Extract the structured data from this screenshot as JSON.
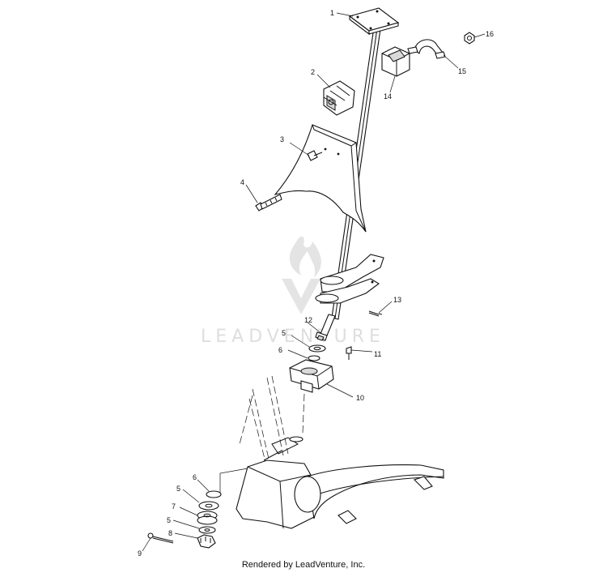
{
  "watermark": {
    "text": "LEADVENTURE"
  },
  "footer": {
    "text": "Rendered by LeadVenture, Inc."
  },
  "callouts": {
    "c1": "1",
    "c2": "2",
    "c3": "3",
    "c4": "4",
    "c5a": "5",
    "c6a": "6",
    "c12": "12",
    "c13": "13",
    "c11": "11",
    "c10": "10",
    "c14": "14",
    "c15": "15",
    "c16": "16",
    "c6b": "6",
    "c5b": "5",
    "c7": "7",
    "c5c": "5",
    "c8": "8",
    "c9": "9"
  },
  "colors": {
    "line": "#111111",
    "watermark": "#dedede",
    "background": "#ffffff"
  }
}
